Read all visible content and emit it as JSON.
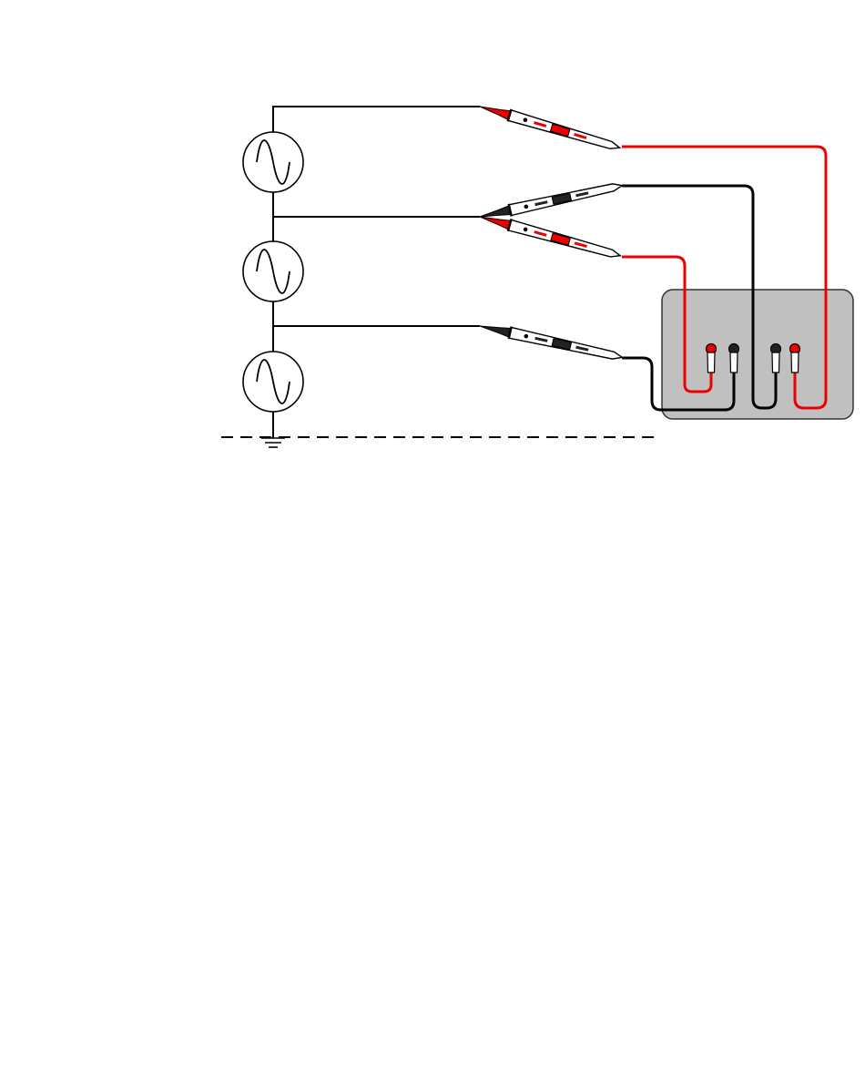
{
  "colors": {
    "background": "#ffffff",
    "wire": "#000000",
    "lead_red": "#ee0000",
    "lead_black": "#000000",
    "probe_body": "#ffffff",
    "meter_case": "#c0c0c0",
    "meter_outline": "#333333",
    "jack_red": "#ee0000",
    "jack_black": "#222222"
  },
  "diagram": {
    "sources": [
      {
        "icon": "ac-source-icon"
      },
      {
        "icon": "ac-source-icon"
      },
      {
        "icon": "ac-source-icon"
      }
    ],
    "probes": [
      {
        "color": "red"
      },
      {
        "color": "black"
      },
      {
        "color": "red"
      },
      {
        "color": "black"
      }
    ],
    "meter_jacks": [
      {
        "color": "red"
      },
      {
        "color": "black"
      },
      {
        "color": "black"
      },
      {
        "color": "red"
      }
    ],
    "ground": {
      "icon": "ground-icon"
    }
  }
}
